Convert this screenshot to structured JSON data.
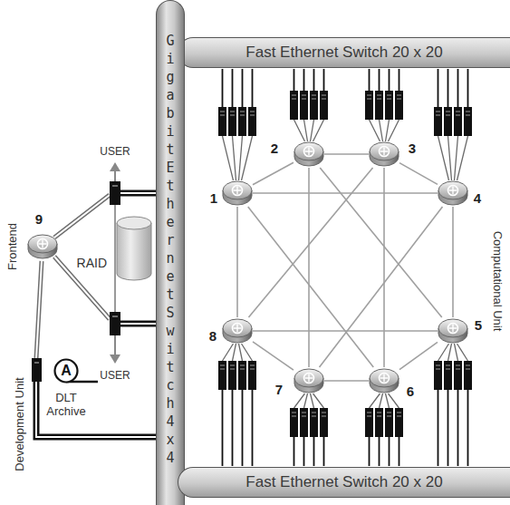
{
  "diagram": {
    "nodes": [
      {
        "text": [
          "Fast Ethernet Switch 20 x 20"
        ]
      },
      {
        "text": [
          "Gigabit Ethernet Switch 4x4"
        ]
      },
      {
        "text": [
          "9"
        ]
      },
      {
        "text": [
          "RAID"
        ]
      },
      {
        "text": [
          "A",
          "DLT Archive"
        ]
      },
      {
        "text": [
          "1"
        ]
      },
      {
        "text": [
          "2"
        ]
      },
      {
        "text": [
          "3"
        ]
      },
      {
        "text": [
          "4"
        ]
      },
      {
        "text": [
          "5"
        ]
      },
      {
        "text": [
          "6"
        ]
      },
      {
        "text": [
          "7"
        ]
      },
      {
        "text": [
          "8"
        ]
      },
      {
        "text": [
          "Fast Ethernet Switch 20 x 20"
        ]
      }
    ],
    "edges": [
      {
        "from": 5,
        "to": 6,
        "arrow": "none"
      },
      {
        "from": 6,
        "to": 7,
        "arrow": "none"
      },
      {
        "from": 7,
        "to": 8,
        "arrow": "none"
      },
      {
        "from": 8,
        "to": 9,
        "arrow": "none"
      },
      {
        "from": 9,
        "to": 10,
        "arrow": "none"
      },
      {
        "from": 10,
        "to": 11,
        "arrow": "none"
      },
      {
        "from": 11,
        "to": 12,
        "arrow": "none"
      },
      {
        "from": 12,
        "to": 5,
        "arrow": "none"
      },
      {
        "from": 5,
        "to": 8,
        "arrow": "none"
      },
      {
        "from": 12,
        "to": 9,
        "arrow": "none"
      },
      {
        "from": 6,
        "to": 11,
        "arrow": "none"
      },
      {
        "from": 7,
        "to": 10,
        "arrow": "none"
      },
      {
        "from": 5,
        "to": 10,
        "arrow": "none"
      },
      {
        "from": 8,
        "to": 11,
        "arrow": "none"
      },
      {
        "from": 6,
        "to": 9,
        "arrow": "none"
      },
      {
        "from": 7,
        "to": 12,
        "arrow": "none"
      }
    ],
    "labels": [
      "Frontend",
      "USER",
      "USER",
      "Development Unit",
      "Computational Unit"
    ]
  }
}
